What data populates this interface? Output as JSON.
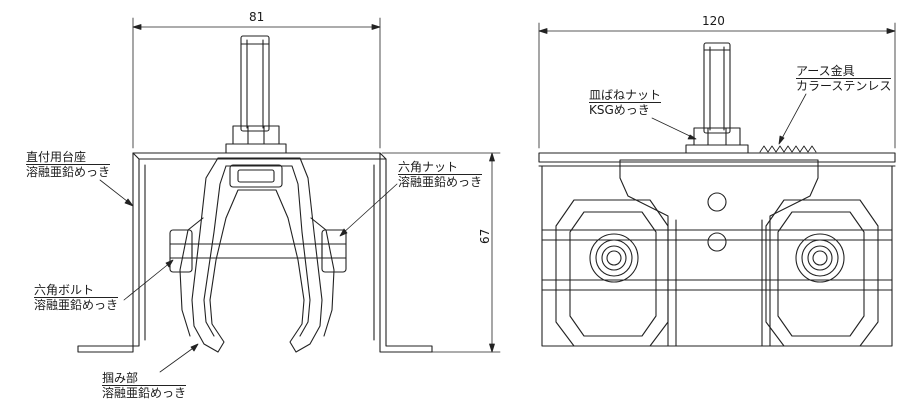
{
  "dimensions": {
    "front_width": "81",
    "front_height": "67",
    "side_width": "120"
  },
  "labels": {
    "base": {
      "name": "直付用台座",
      "finish": "溶融亜鉛めっき"
    },
    "hex_nut": {
      "name": "六角ナット",
      "finish": "溶融亜鉛めっき"
    },
    "hex_bolt": {
      "name": "六角ボルト",
      "finish": "溶融亜鉛めっき"
    },
    "grip": {
      "name": "掴み部",
      "finish": "溶融亜鉛めっき"
    },
    "disc_spring_nut": {
      "name": "皿ばねナット",
      "finish": "KSGめっき"
    },
    "earth_fitting": {
      "name": "アース金具",
      "finish": "カラーステンレス"
    }
  }
}
